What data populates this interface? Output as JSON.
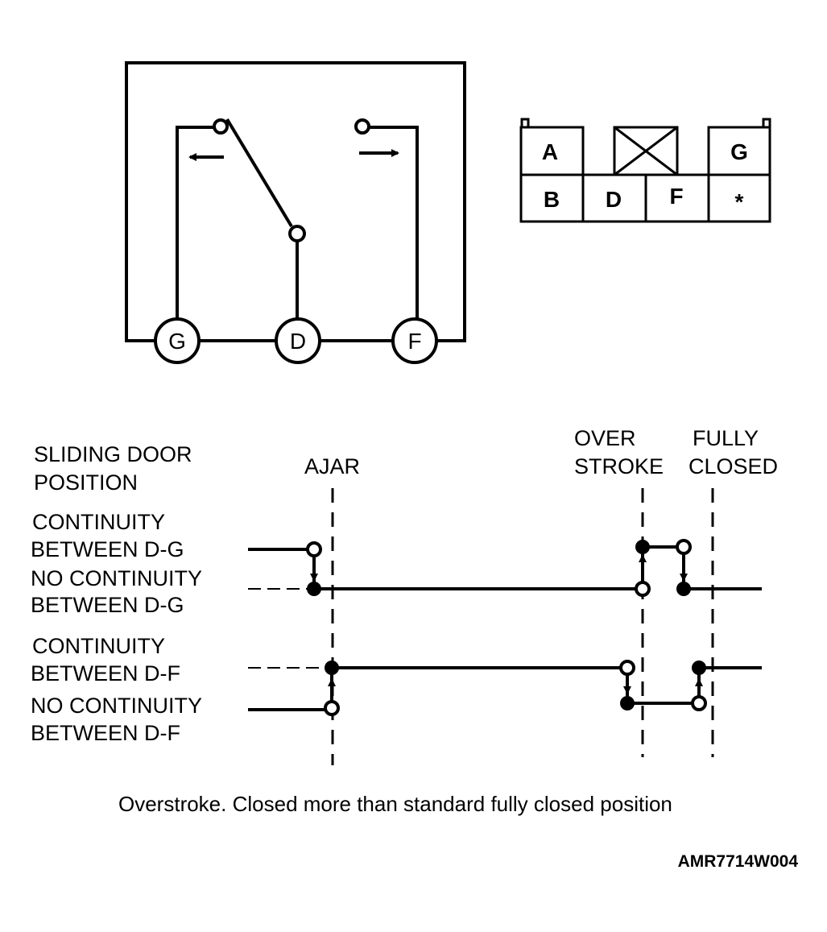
{
  "schematic": {
    "terminals": [
      "G",
      "D",
      "F"
    ]
  },
  "connector": {
    "cells": [
      "A",
      "G",
      "B",
      "D",
      "F",
      "*"
    ]
  },
  "timing": {
    "header": [
      "SLIDING DOOR",
      "POSITION"
    ],
    "positions": {
      "ajar": [
        "AJAR"
      ],
      "over_stroke": [
        "OVER",
        "STROKE"
      ],
      "fully_closed": [
        "FULLY",
        "CLOSED"
      ]
    },
    "dg_labels": [
      "CONTINUITY",
      "BETWEEN D-G",
      "NO CONTINUITY",
      "BETWEEN D-G"
    ],
    "df_labels": [
      "CONTINUITY",
      "BETWEEN D-F",
      "NO CONTINUITY",
      "BETWEEN D-F"
    ]
  },
  "caption": "Overstroke. Closed more than standard fully closed position",
  "figure_code": "AMR7714W004"
}
